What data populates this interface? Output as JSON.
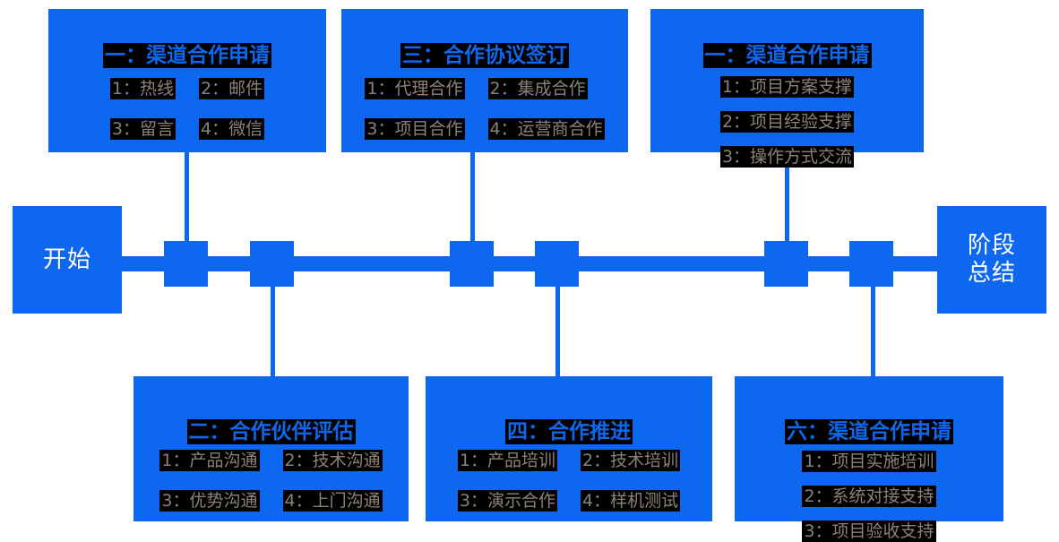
{
  "colors": {
    "accent": "#0d68ef",
    "highlight_bg": "#000000",
    "title_text": "#0d68ef",
    "item_text": "#8a8276",
    "endcap_text": "#ffffff",
    "page_bg": "#ffffff"
  },
  "start_node": {
    "label": "开始"
  },
  "end_node": {
    "label_line1": "阶段",
    "label_line2": "总结"
  },
  "cards": [
    {
      "id": "channel-cooperation-application",
      "title": "一：渠道合作申请",
      "layout": "grid2",
      "items": [
        "1：热线",
        "2：邮件",
        "3：留言",
        "4：微信"
      ]
    },
    {
      "id": "cooperation-agreement-signing",
      "title": "三：合作协议签订",
      "layout": "grid2",
      "items": [
        "1：代理合作",
        "2：集成合作",
        "3：项目合作",
        "4：运营商合作"
      ]
    },
    {
      "id": "channel-cooperation-application-2",
      "title": "一：渠道合作申请",
      "layout": "grid1",
      "items": [
        "1：项目方案支撑",
        "2：项目经验支撑",
        "3：操作方式交流"
      ]
    },
    {
      "id": "partner-evaluation",
      "title": "二：合作伙伴评估",
      "layout": "grid2",
      "items": [
        "1：产品沟通",
        "2：技术沟通",
        "3：优势沟通",
        "4：上门沟通"
      ]
    },
    {
      "id": "cooperation-advancement",
      "title": "四：合作推进",
      "layout": "grid2",
      "items": [
        "1：产品培训",
        "2：技术培训",
        "3：演示合作",
        "4：样机测试"
      ]
    },
    {
      "id": "channel-cooperation-application-6",
      "title": "六：渠道合作申请",
      "layout": "grid1",
      "items": [
        "1：项目实施培训",
        "2：系统对接支持",
        "3：项目验收支持"
      ]
    }
  ],
  "timeline": {
    "node_count": 6,
    "nodes": [
      "node-1",
      "node-2",
      "node-3",
      "node-4",
      "node-5",
      "node-6"
    ]
  }
}
